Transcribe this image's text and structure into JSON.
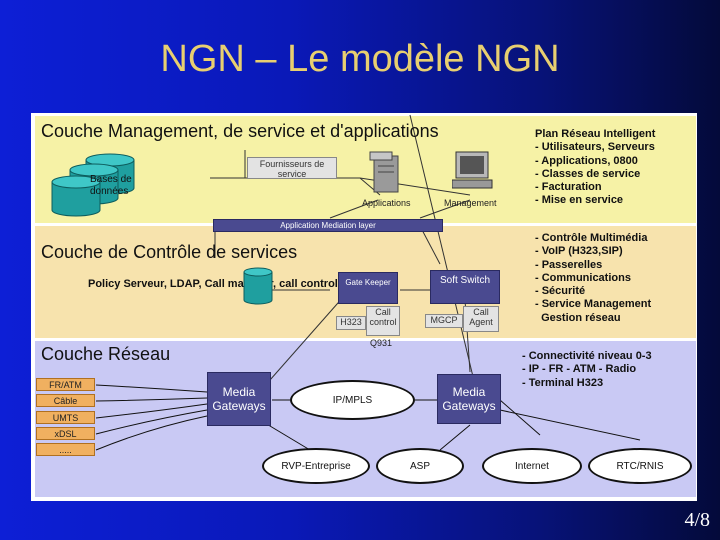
{
  "title": "NGN – Le modèle NGN",
  "page": "4/8",
  "colors": {
    "band_management": "#f6f2a6",
    "band_control": "#f7e3ad",
    "band_network": "#c9c9f4",
    "title": "#e8cf70"
  },
  "management": {
    "heading": "Couche Management, de service et d'applications",
    "list": [
      "Plan Réseau Intelligent",
      "- Utilisateurs, Serveurs",
      "- Applications, 0800",
      "- Classes de service",
      "- Facturation",
      "- Mise en service"
    ],
    "db_label": "Bases de données",
    "providers": "Fournisseurs de service",
    "applications": "Applications",
    "management_label": "Management",
    "app_layer": "Application Mediation layer"
  },
  "control": {
    "heading": "Couche de Contrôle de services",
    "list": [
      "- Contrôle Multimédia",
      "- VoIP (H323,SIP)",
      "- Passerelles",
      "- Communications",
      "- Sécurité",
      "- Service Management",
      "  Gestion réseau"
    ],
    "policy": "Policy Serveur, LDAP, Call manager, call control",
    "gatekeeper": "Gate Keeper",
    "h323": "H323",
    "call_control": "Call control",
    "softswitch": "Soft Switch",
    "mgcp": "MGCP",
    "call_agent": "Call Agent",
    "q931": "Q931"
  },
  "network": {
    "heading": "Couche Réseau",
    "list": [
      "- Connectivité niveau 0-3",
      "- IP - FR - ATM - Radio",
      "- Terminal H323"
    ],
    "access": [
      "FR/ATM",
      "Câble",
      "UMTS",
      "xDSL",
      "....."
    ],
    "mg_left": "Media Gateways",
    "mg_right": "Media Gateways",
    "core": "IP/MPLS",
    "clouds": [
      "RVP-Entreprise",
      "ASP",
      "Internet",
      "RTC/RNIS"
    ]
  }
}
